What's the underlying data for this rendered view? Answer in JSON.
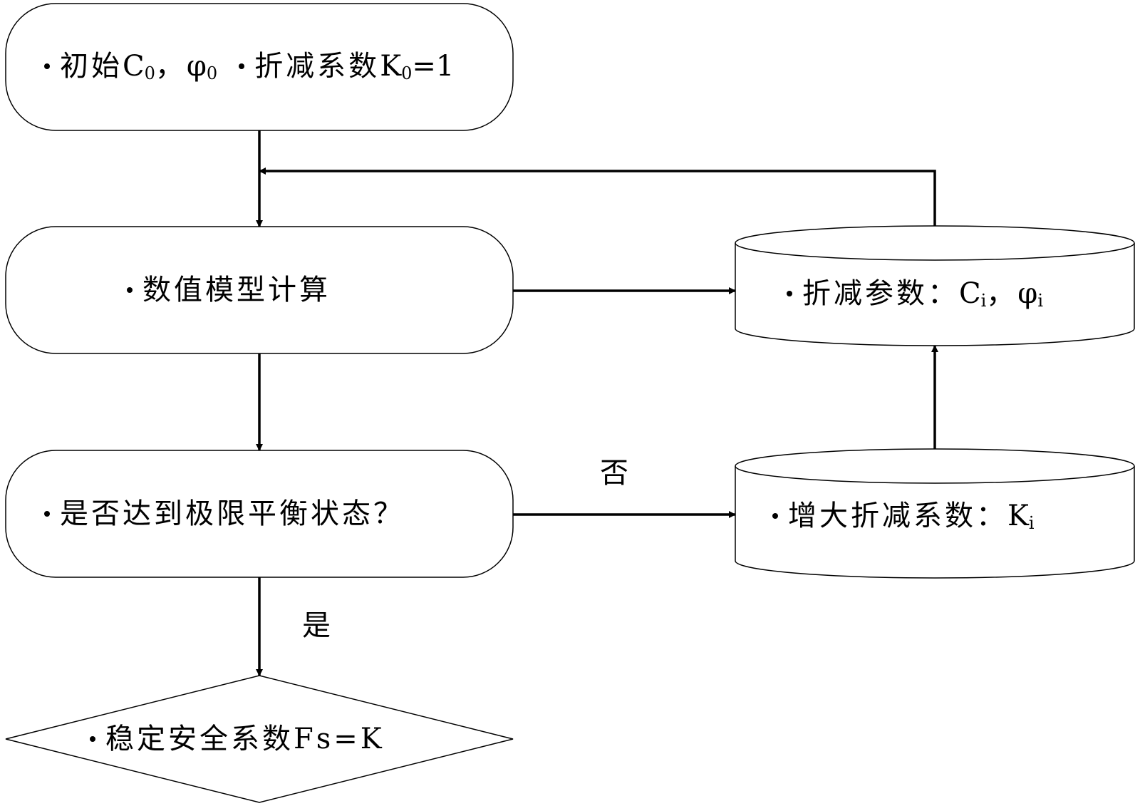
{
  "nodes": {
    "init": {
      "part1_pre": "初始",
      "c_symbol": "C",
      "c_sub": "0",
      "separator": "，",
      "phi_symbol": "φ",
      "phi_sub": "0",
      "part2_pre": "折减系数",
      "k_symbol": "K",
      "k_sub": "0",
      "k_value": "=1"
    },
    "compute": {
      "label": "数值模型计算"
    },
    "check": {
      "label": "是否达到极限平衡状态？"
    },
    "safety": {
      "label": "稳定安全系数Fs=K"
    },
    "reduce_params": {
      "label_pre": "折减参数：",
      "c_symbol": "C",
      "c_sub": "i",
      "separator": "，",
      "phi_symbol": "φ",
      "phi_sub": "i"
    },
    "increase_factor": {
      "label_pre": "增大折减系数：",
      "k_symbol": "K",
      "k_sub": "i"
    }
  },
  "edges": {
    "no_label": "否",
    "yes_label": "是"
  },
  "colors": {
    "stroke": "#000000",
    "fill": "#ffffff",
    "text": "#000000"
  }
}
